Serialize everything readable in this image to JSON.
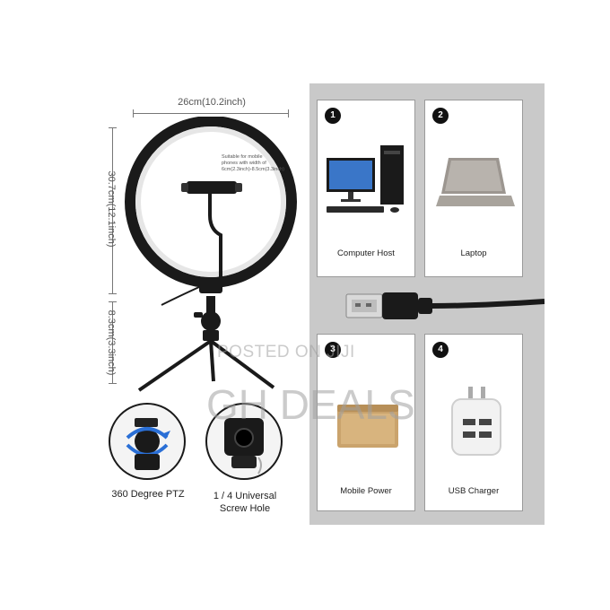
{
  "dimensions": {
    "width": "26cm(10.2inch)",
    "height": "30.7cm(12.1inch)",
    "stand": "8.3cm(3.3inch)"
  },
  "phone_clip_note": {
    "line1": "Suitable for mobile",
    "line2": "phones with width of",
    "line3": "6cm(2.3inch)-8.5cm(3.3inch)"
  },
  "features": [
    {
      "label": "360 Degree PTZ"
    },
    {
      "label_line1": "1 / 4 Universal",
      "label_line2": "Screw Hole"
    }
  ],
  "devices": [
    {
      "number": "1",
      "label": "Computer Host"
    },
    {
      "number": "2",
      "label": "Laptop"
    },
    {
      "number": "3",
      "label": "Mobile Power"
    },
    {
      "number": "4",
      "label": "USB Charger"
    }
  ],
  "watermark": {
    "line1": "POSTED ON JIJI",
    "line2": "GH DEALS"
  },
  "colors": {
    "panel": "#c9c9c9",
    "ring": "#1a1a1a",
    "background": "#ffffff"
  }
}
